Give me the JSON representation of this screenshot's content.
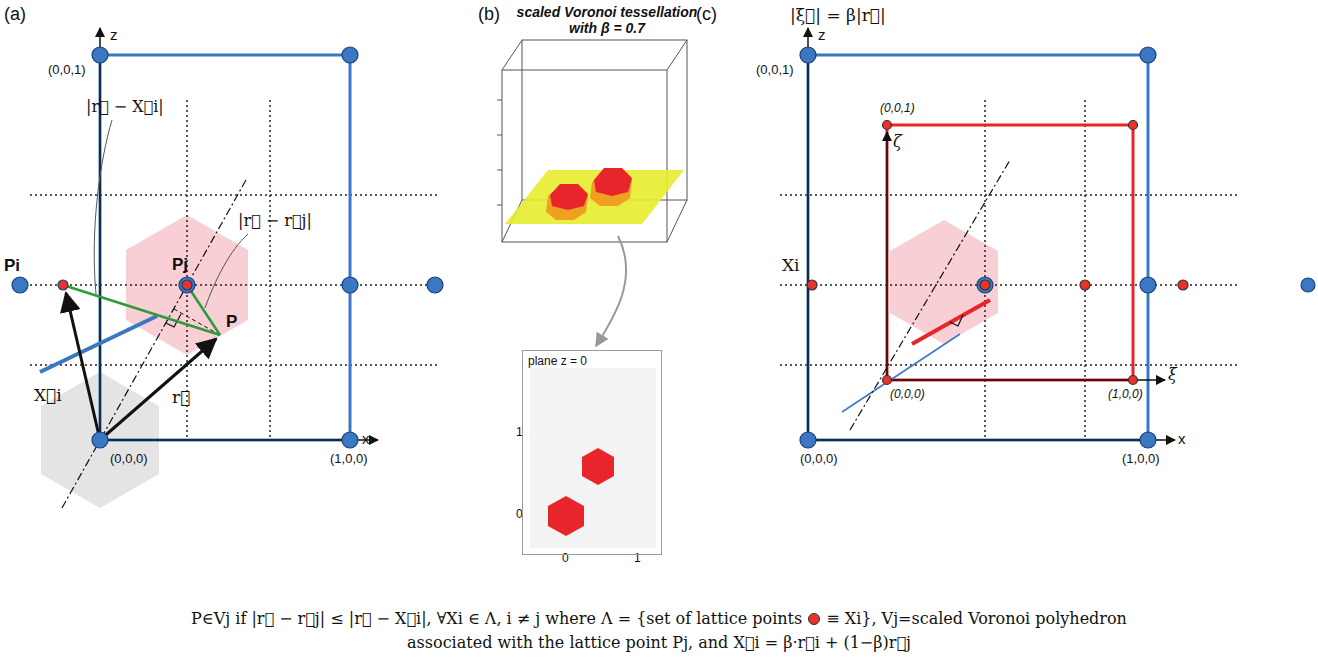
{
  "diagram": {
    "nodes": [
      {
        "text": [
          "plane z = 0"
        ]
      }
    ],
    "labels": [
      "(a)",
      "z",
      "(0,0,1)",
      "x",
      "(1,0,0)",
      "(0,0,0)",
      "Pi",
      "Pj",
      "P",
      "|r⃗ − X⃗i|",
      "|r⃗ − r⃗j|",
      "X⃗i",
      "r⃗",
      "(b)",
      "scaled Voronoi tessellation with β = 0.7",
      "1",
      "0",
      "0",
      "1",
      "(c)",
      "|ξ⃗| = β|r⃗|",
      "z",
      "(0,0,1)",
      "ζ",
      "(0,0,1)",
      "Xi",
      "(0,0,0)",
      "(1,0,0)",
      "ξ",
      "(0,0,0)",
      "(1,0,0)",
      "x",
      "P∈Vj if |r⃗ − r⃗j| ≤ |r⃗ − X⃗i|, ∀Xi ∈ Λ, i ≠ j where Λ = {set of lattice points",
      "≡ Xi}, Vj=scaled Voronoi polyhedron",
      "associated with the lattice point Pj, and X⃗i = β·r⃗i + (1−β)r⃗j"
    ]
  }
}
